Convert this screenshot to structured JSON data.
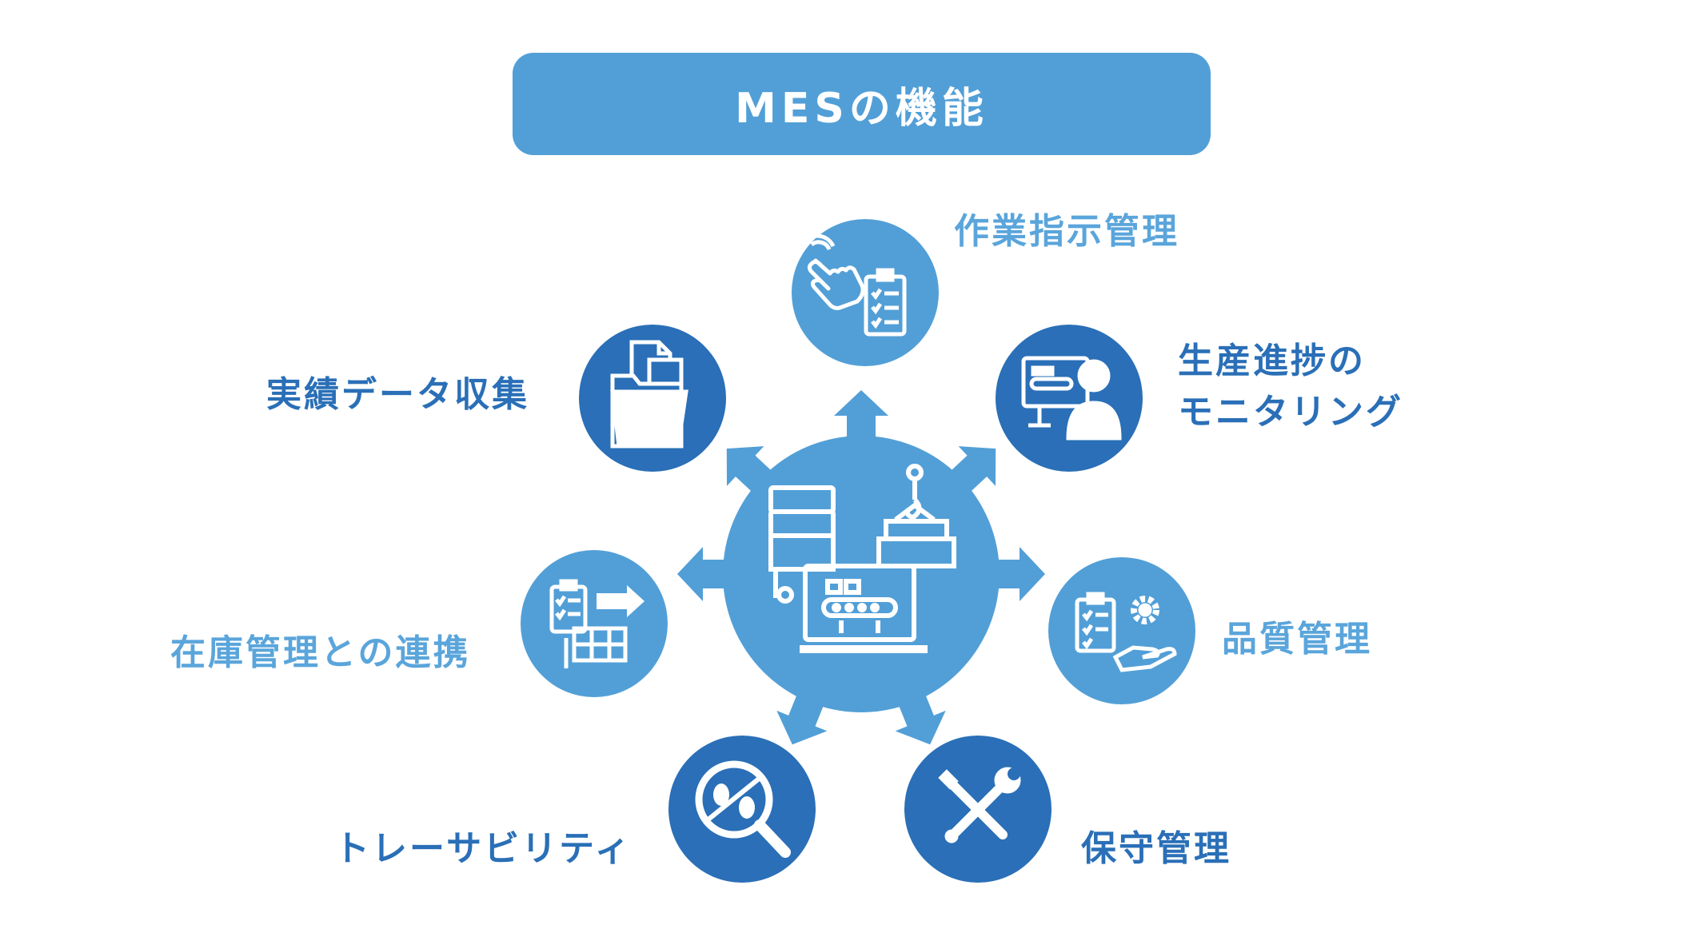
{
  "title": "MESの機能",
  "colors": {
    "light_blue": "#529fd7",
    "dark_blue": "#2a6fb7",
    "label_light": "#5aa5db",
    "label_dark": "#2a6fb7",
    "icon_fg": "#ffffff"
  },
  "center": {
    "icon": "factory-system-icon"
  },
  "functions": [
    {
      "label": "作業指示管理",
      "icon": "touch-checklist-icon"
    },
    {
      "label_line1": "生産進捗の",
      "label_line2": "モニタリング",
      "icon": "monitor-operator-icon"
    },
    {
      "label": "品質管理",
      "icon": "checklist-gear-hand-icon"
    },
    {
      "label": "保守管理",
      "icon": "tools-icon"
    },
    {
      "label": "トレーサビリティ",
      "icon": "magnifier-footprints-icon"
    },
    {
      "label": "在庫管理との連携",
      "icon": "checklist-arrow-shelf-icon"
    },
    {
      "label": "実績データ収集",
      "icon": "folder-documents-icon"
    }
  ]
}
